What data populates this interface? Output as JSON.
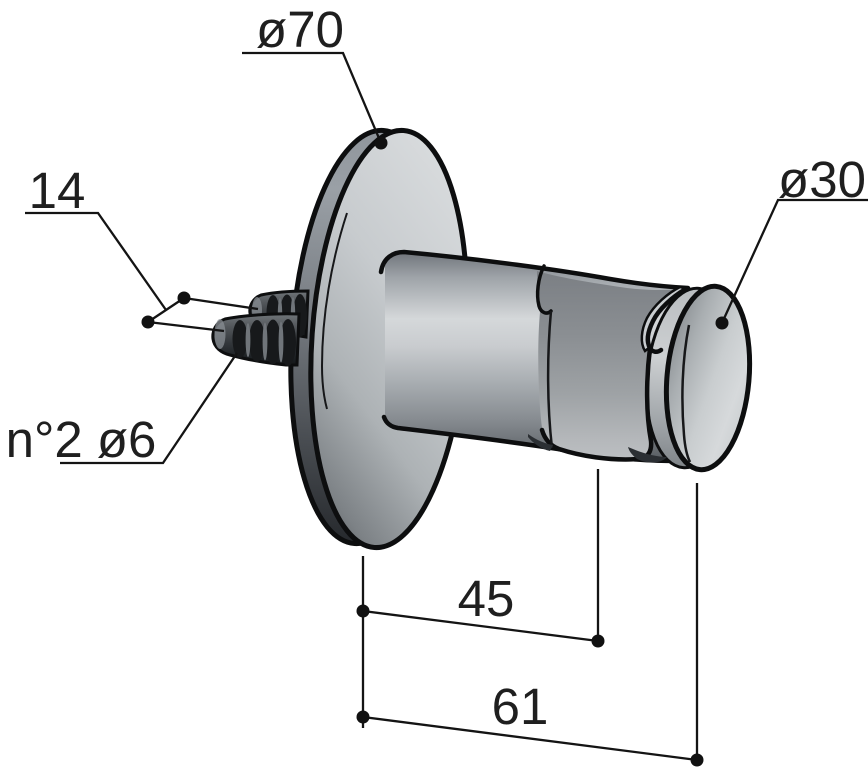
{
  "diagram": {
    "type": "technical-dimension-drawing",
    "subject": "wall-mounted shower holder bracket with round flange, two mounting studs and cylindrical holder",
    "labels": {
      "flange_diameter": "ø70",
      "stud_spacing": "14",
      "studs_spec": "n°2 ø6",
      "holder_diameter": "ø30",
      "depth_to_saddle": "45",
      "total_depth": "61"
    },
    "colors": {
      "background": "#ffffff",
      "outline": "#0d0e0f",
      "dimension_lines": "#141414",
      "text": "#1f1f1f",
      "metal_light": "#d6d9db",
      "metal_mid": "#a9aeb2",
      "metal_dark": "#5f6468",
      "screw_dark": "#1d2124"
    }
  }
}
